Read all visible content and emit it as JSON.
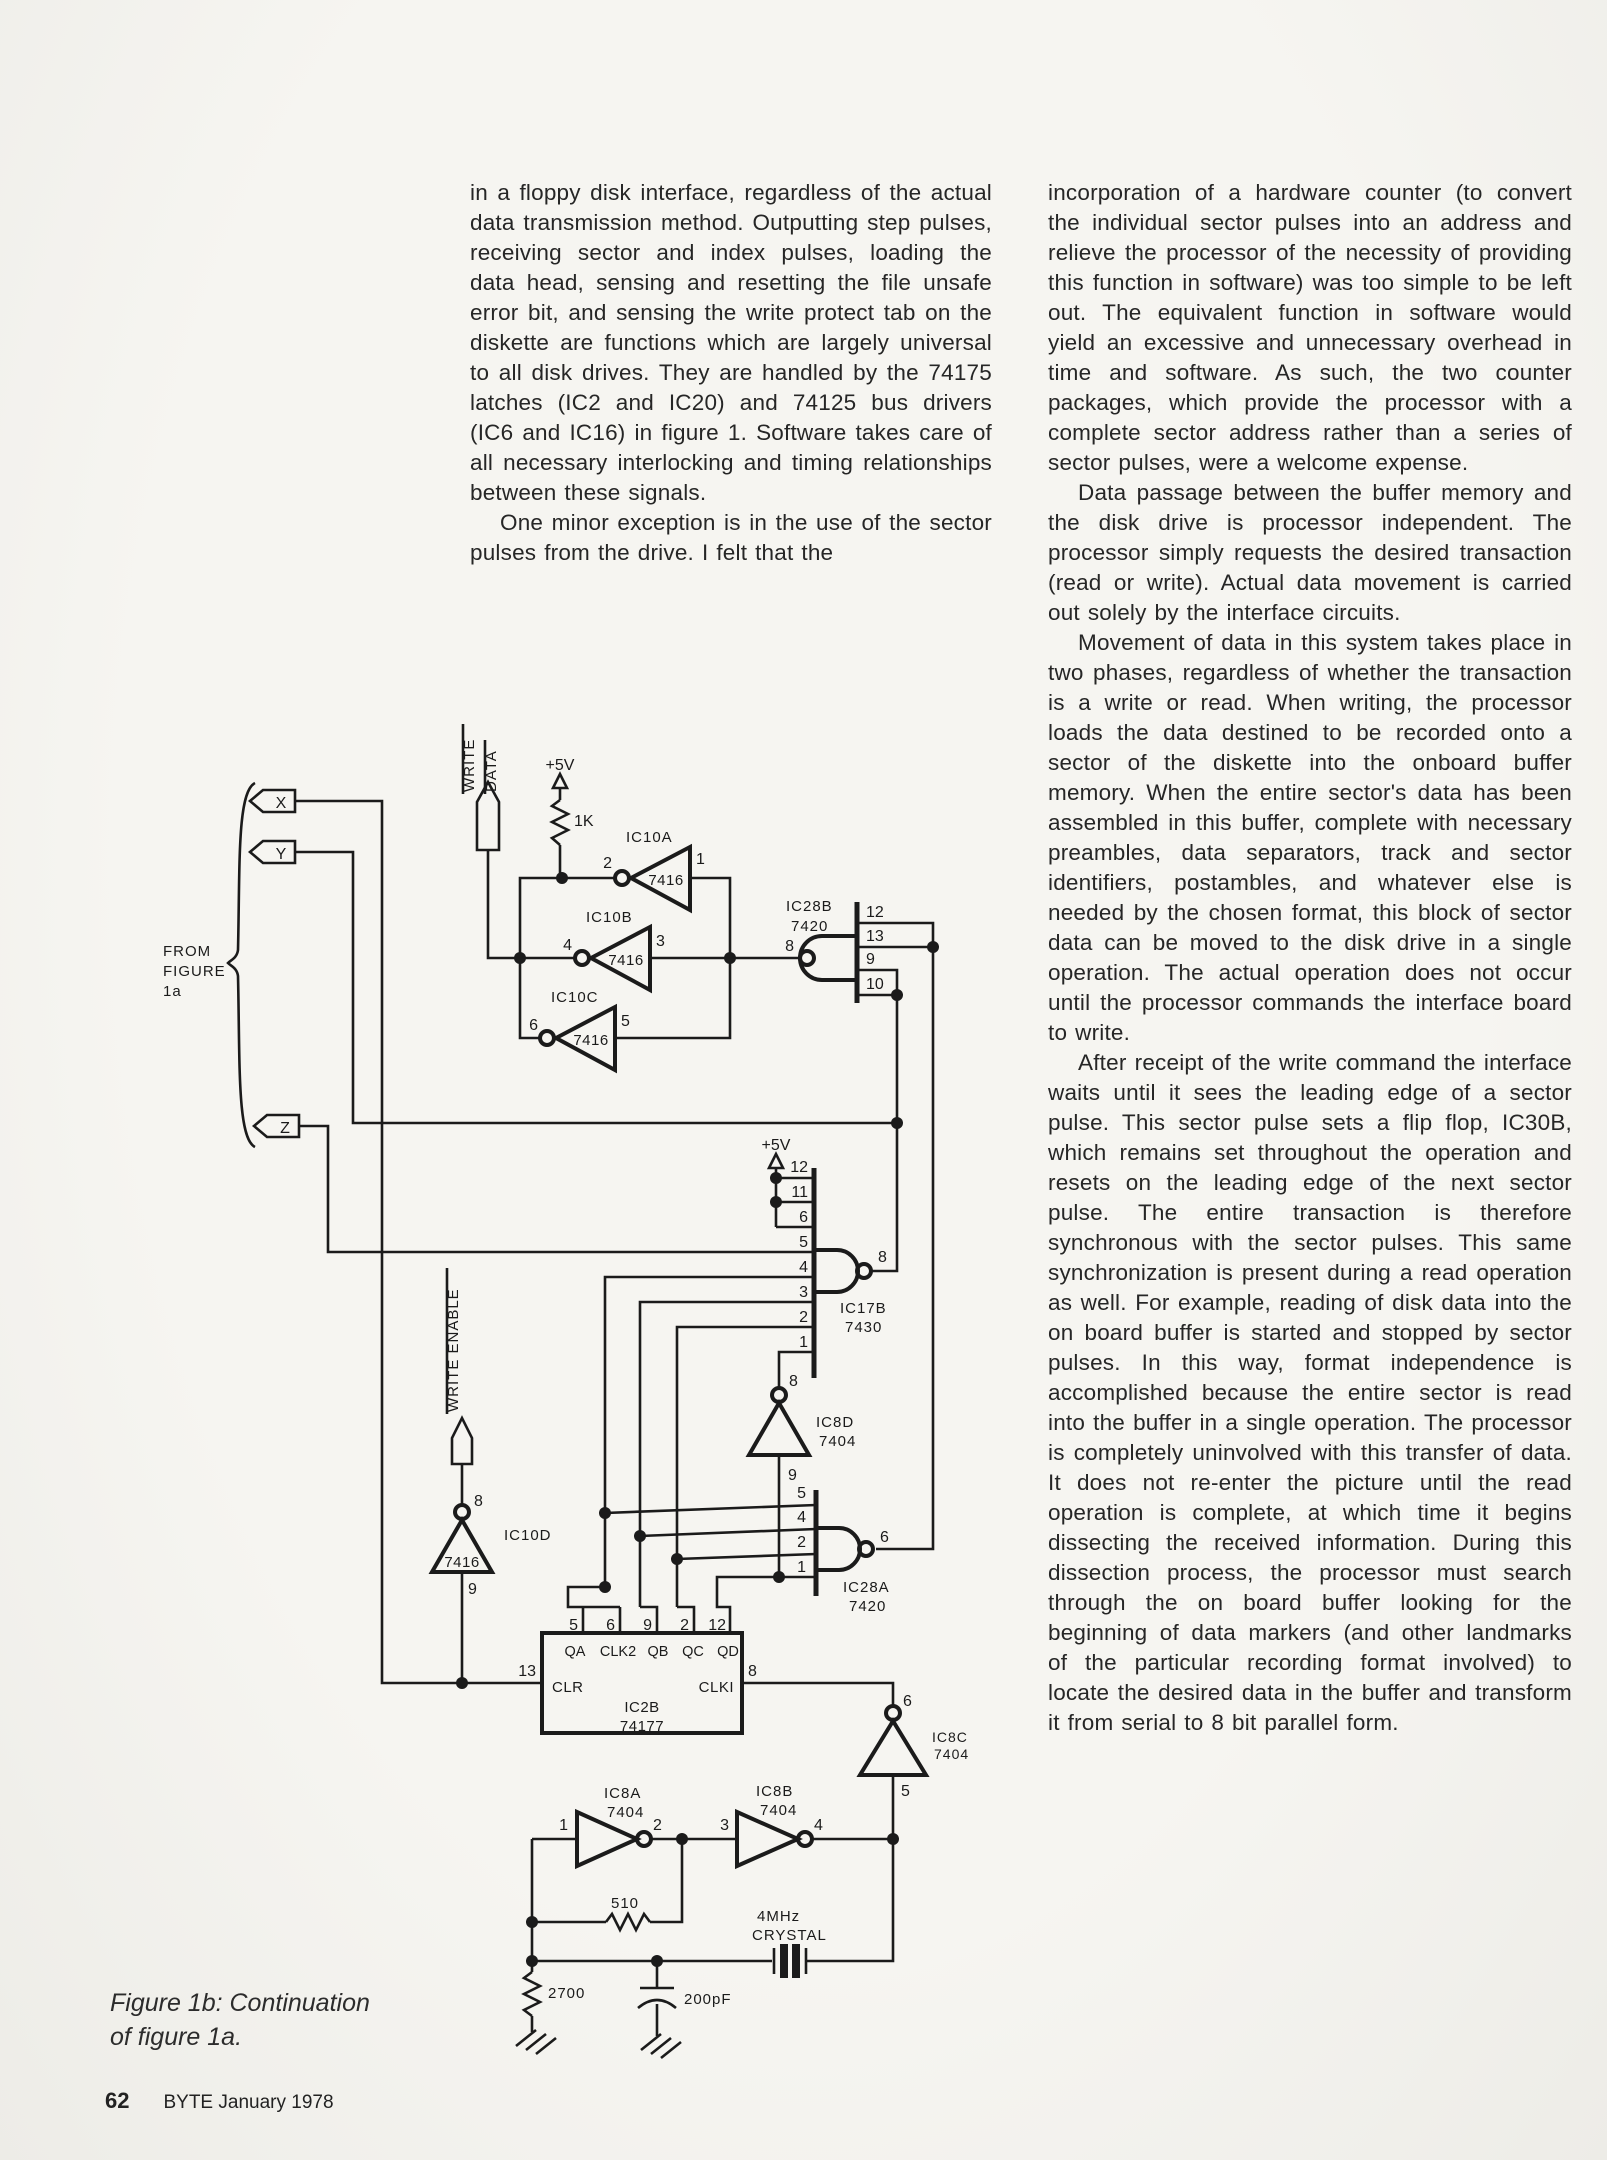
{
  "article": {
    "left": {
      "p1": "in a floppy disk interface, regardless of the actual data transmission method. Outputting step pulses, receiving sector and index pulses, loading the data head, sensing and resetting the file unsafe error bit, and sensing the write protect tab on the diskette are functions which are largely universal to all disk drives. They are handled by the 74175 latches (IC2 and IC20) and 74125 bus drivers (IC6 and IC16) in figure 1. Software takes care of all necessary interlocking and timing relationships between these signals.",
      "p2": "One minor exception is in the use of the sector pulses from the drive. I felt that the"
    },
    "right": {
      "p1": "incorporation of a hardware counter (to convert the individual sector pulses into an address and relieve the processor of the necessity of providing this function in software) was too simple to be left out. The equivalent function in software would yield an excessive and unnecessary overhead in time and software. As such, the two counter packages, which provide the processor with a complete sector address rather than a series of sector pulses, were a welcome expense.",
      "p2": "Data passage between the buffer memory and the disk drive is processor independent. The processor simply requests the desired transaction (read or write). Actual data movement is carried out solely by the interface circuits.",
      "p3": "Movement of data in this system takes place in two phases, regardless of whether the transaction is a write or read. When writing, the processor loads the data destined to be recorded onto a sector of the diskette into the onboard buffer memory. When the entire sector's data has been assembled in this buffer, complete with necessary preambles, data separators, track and sector identifiers, postambles, and whatever else is needed by the chosen format, this block of sector data can be moved to the disk drive in a single operation. The actual operation does not occur until the processor commands the interface board to write.",
      "p4": "After receipt of the write command the interface waits until it sees the leading edge of a sector pulse. This sector pulse sets a flip flop, IC30B, which remains set throughout the operation and resets on the leading edge of the next sector pulse. The entire transaction is therefore synchronous with the sector pulses. This same synchronization is present during a read operation as well. For example, reading of disk data into the on board buffer is started and stopped by sector pulses. In this way, format independence is accomplished because the entire sector is read into the buffer in a single operation. The processor is completely uninvolved with this transfer of data. It does not re-enter the picture until the read operation is complete, at which time it begins dissecting the received information. During this dissection process, the processor must search through the on board buffer looking for the beginning of data markers (and other landmarks of the particular recording format involved) to locate the desired data in the buffer and transform it from serial to 8 bit parallel form."
    }
  },
  "caption": {
    "line1": "Figure 1b: Continuation",
    "line2": "of figure 1a."
  },
  "footer": {
    "page": "62",
    "issue": "BYTE January 1978"
  },
  "sch": {
    "write": "WRITE",
    "data": "DATA",
    "write_enable": "WRITE ENABLE",
    "plus5v": "+5V",
    "r1k": "1K",
    "r510": "510",
    "r2700": "2700",
    "c200pf": "200pF",
    "xtal1": "4MHz",
    "xtal2": "CRYSTAL",
    "from1": "FROM",
    "from2": "FIGURE",
    "from3": "1a",
    "x": "X",
    "y": "Y",
    "z": "Z",
    "ic10a": "IC10A",
    "ic10b": "IC10B",
    "ic10c": "IC10C",
    "ic10d": "IC10D",
    "t7416": "7416",
    "ic28a": "IC28A",
    "ic28b": "IC28B",
    "t7420": "7420",
    "ic17b": "IC17B",
    "t7430": "7430",
    "ic8a": "IC8A",
    "ic8b": "IC8B",
    "ic8c": "IC8C",
    "ic8d": "IC8D",
    "t7404": "7404",
    "ic2b": "IC2B",
    "t74177": "74177",
    "qa": "QA",
    "clk2": "CLK2",
    "qb": "QB",
    "qc": "QC",
    "qd": "QD",
    "clr": "CLR",
    "clk1": "CLKI",
    "num": {
      "1": "1",
      "2": "2",
      "3": "3",
      "4": "4",
      "5": "5",
      "6": "6",
      "8": "8",
      "9": "9",
      "10": "10",
      "11": "11",
      "12": "12",
      "13": "13"
    }
  }
}
